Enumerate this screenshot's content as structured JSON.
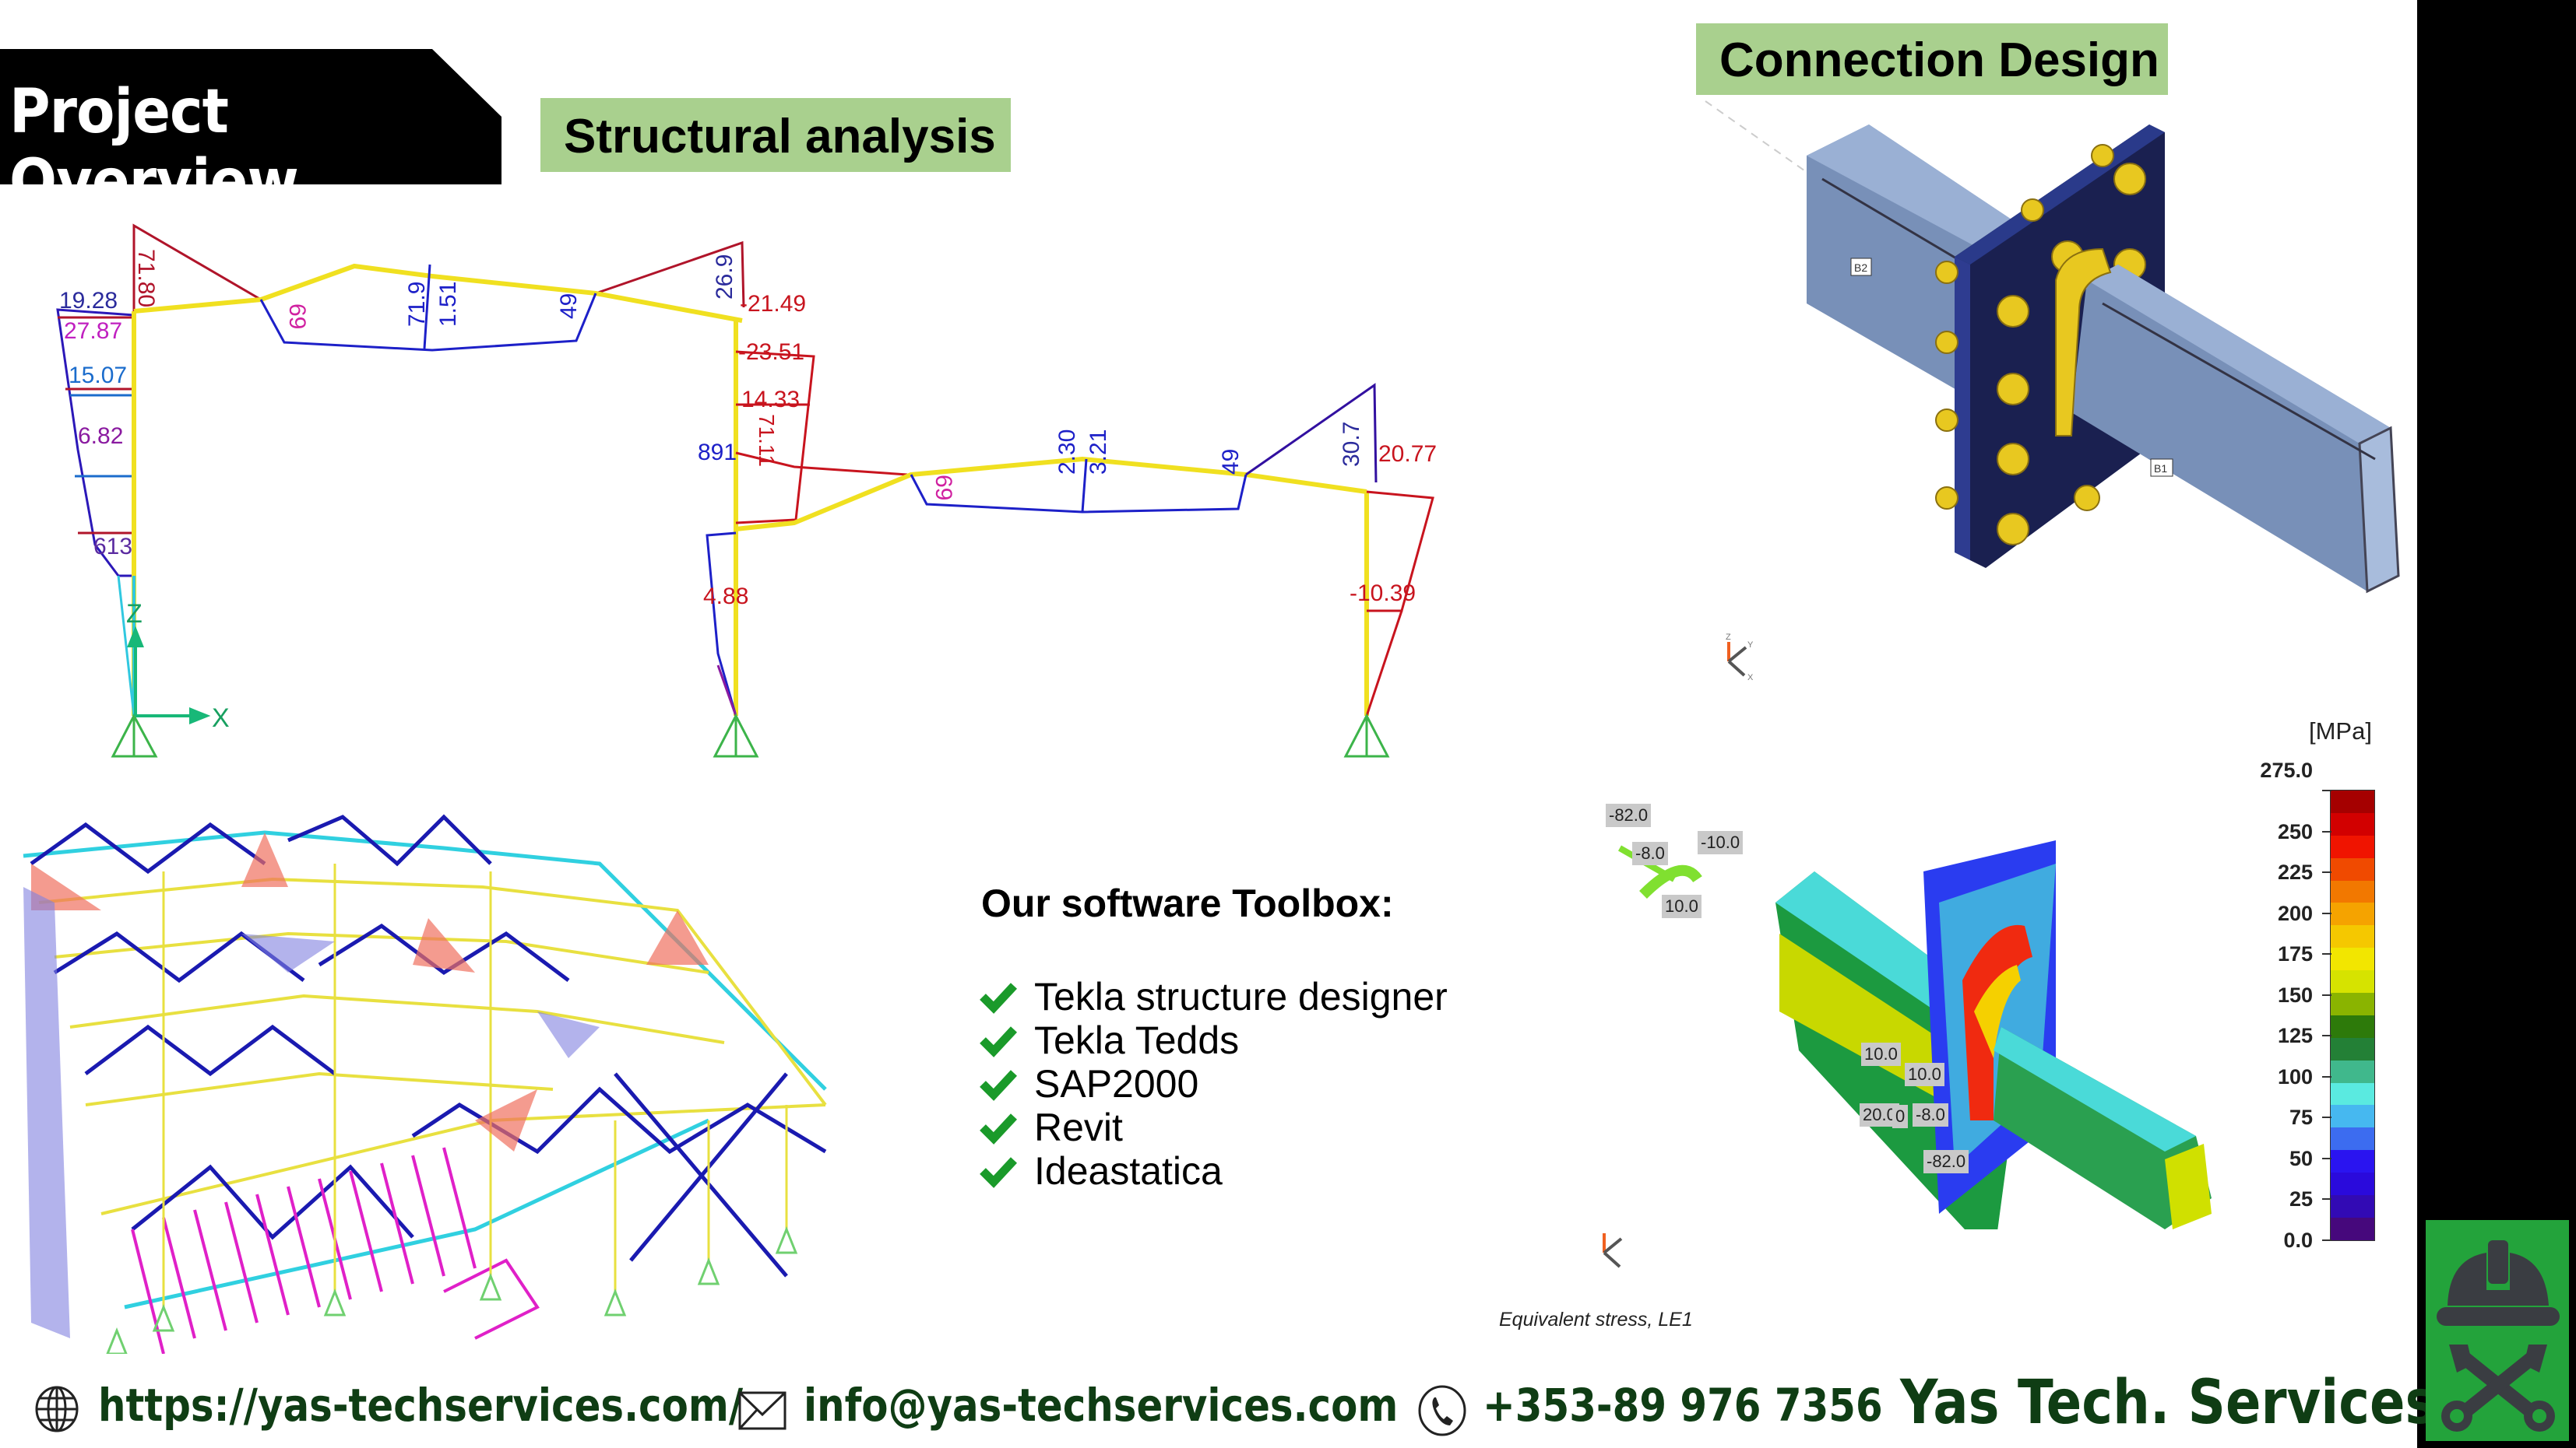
{
  "header": {
    "title": "Project Overview",
    "structural_tag": "Structural analysis",
    "connection_tag": "Connection Design"
  },
  "frame_diagram": {
    "axis_labels": {
      "z": "Z",
      "x": "X"
    },
    "left_frame_labels": [
      "19.28",
      "27.87",
      "15.07",
      "6.82",
      "613",
      "71.80",
      "69",
      "71.9",
      "1.51",
      "49",
      "26.9"
    ],
    "right_frame_labels": [
      "-21.49",
      "-23.51",
      "14.33",
      "71.11",
      "891",
      "4.88",
      "69",
      "2.30",
      "3.21",
      "49",
      "30.7",
      "20.77",
      "-10.39"
    ]
  },
  "toolbox": {
    "title": "Our software Toolbox:",
    "items": [
      "Tekla structure designer",
      "Tekla Tedds",
      "SAP2000",
      "Revit",
      "Ideastatica"
    ]
  },
  "connection": {
    "member_labels": [
      "B2",
      "B1"
    ],
    "axes": [
      "Z",
      "Y",
      "X"
    ]
  },
  "stress_plot": {
    "unit": "[MPa]",
    "caption": "Equivalent stress, LE1",
    "scale_ticks": [
      "275.0",
      "250",
      "225",
      "200",
      "175",
      "150",
      "125",
      "100",
      "75",
      "50",
      "25",
      "0.0"
    ],
    "scale_colors": [
      "#a50000",
      "#d20000",
      "#f01400",
      "#f04a00",
      "#f27800",
      "#f5a300",
      "#f5c800",
      "#f2e600",
      "#d6e300",
      "#8ab400",
      "#2d7a0a",
      "#238036",
      "#40b88c",
      "#5aeae0",
      "#46b8f0",
      "#3c6cf0",
      "#2a14f0",
      "#2a0adc",
      "#320ab4",
      "#46087c"
    ],
    "load_labels": [
      "-82.0",
      "-8.0",
      "-10.0",
      "10.0",
      "10.0",
      "10.0",
      "20.0",
      "0",
      "-8.0",
      "-82.0"
    ]
  },
  "footer": {
    "website": "https://yas-techservices.com/",
    "email": "info@yas-techservices.com",
    "phone": "+353-89 976 7356",
    "brand": "Yas Tech. Services"
  },
  "colors": {
    "tag_green": "#a9d08e",
    "brand_green": "#0f3d14",
    "logo_green": "#23a33b",
    "check_green": "#1a9a2a"
  }
}
